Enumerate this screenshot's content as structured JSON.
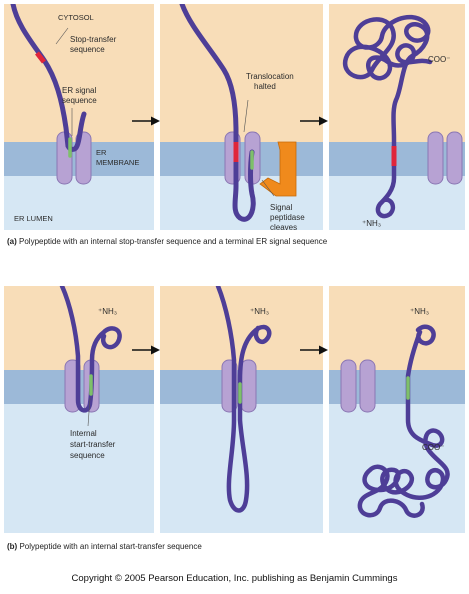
{
  "panel_a": {
    "cytosol_label": "CYTOSOL",
    "stop_transfer_label_1": "Stop-transfer",
    "stop_transfer_label_2": "sequence",
    "er_signal_label_1": "ER signal",
    "er_signal_label_2": "sequence",
    "membrane_label_1": "ER",
    "membrane_label_2": "MEMBRANE",
    "lumen_label": "ER LUMEN",
    "translocation_label_1": "Translocation",
    "translocation_label_2": "halted",
    "signal_label_1": "Signal",
    "signal_label_2": "peptidase",
    "signal_label_3": "cleaves",
    "coo_label": "COO⁻",
    "nh3_label": "⁺NH₃",
    "caption_bold": "(a)",
    "caption_text": "Polypeptide with an internal stop-transfer sequence and a terminal ER signal sequence"
  },
  "panel_b": {
    "nh3_label_1": "⁺NH₃",
    "nh3_label_2": "⁺NH₃",
    "nh3_label_3": "⁺NH₃",
    "internal_label_1": "Internal",
    "internal_label_2": "start-transfer",
    "internal_label_3": "sequence",
    "coo_label": "COO⁻",
    "caption_bold": "(b)",
    "caption_text": "Polypeptide with an internal start-transfer sequence"
  },
  "copyright": "Copyright © 2005 Pearson Education, Inc. publishing as Benjamin Cummings",
  "colors": {
    "cytosol": "#f8ddb8",
    "lumen": "#d6e7f4",
    "membrane": "#9cb9d8",
    "channel": "#b7a2d3",
    "channel_edge": "#8a76b3",
    "chain": "#4e3e97",
    "stop_transfer": "#e0253a",
    "signal_seq": "#7ec06a",
    "peptidase": "#f08a1c"
  }
}
